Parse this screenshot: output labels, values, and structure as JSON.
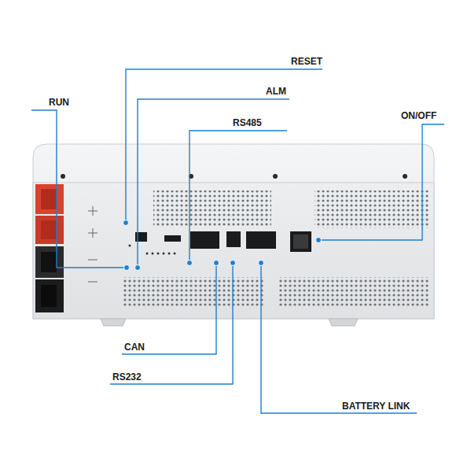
{
  "diagram": {
    "labels": [
      "RESET",
      "ALM",
      "RS485",
      "ON/OFF",
      "RUN",
      "CAN",
      "RS232",
      "BATTERY LINK"
    ]
  }
}
